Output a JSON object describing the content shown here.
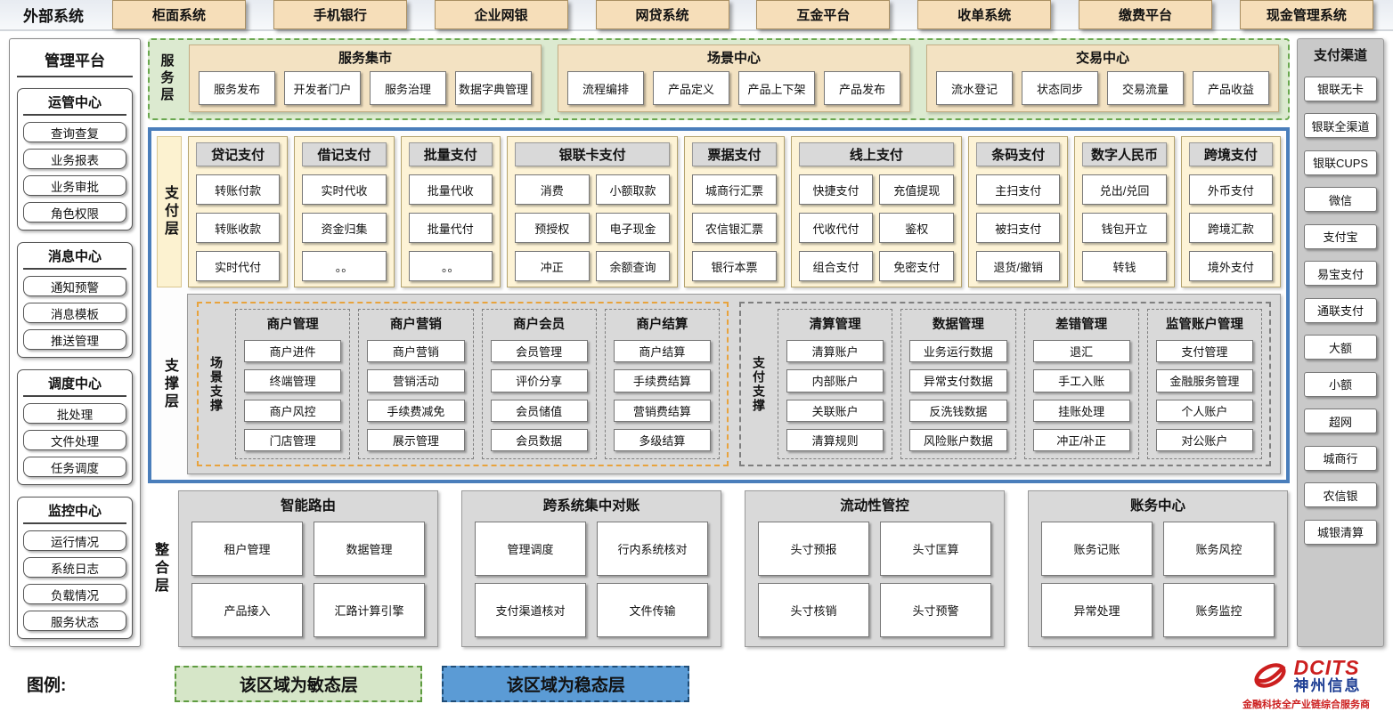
{
  "external": {
    "title": "外部系统",
    "systems": [
      "柜面系统",
      "手机银行",
      "企业网银",
      "网贷系统",
      "互金平台",
      "收单系统",
      "缴费平台",
      "现金管理系统"
    ]
  },
  "management": {
    "title": "管理平台",
    "groups": [
      {
        "title": "运管中心",
        "items": [
          "查询查复",
          "业务报表",
          "业务审批",
          "角色权限"
        ]
      },
      {
        "title": "消息中心",
        "items": [
          "通知预警",
          "消息模板",
          "推送管理"
        ]
      },
      {
        "title": "调度中心",
        "items": [
          "批处理",
          "文件处理",
          "任务调度"
        ]
      },
      {
        "title": "监控中心",
        "items": [
          "运行情况",
          "系统日志",
          "负载情况",
          "服务状态"
        ]
      }
    ]
  },
  "service": {
    "label": "服务层",
    "sections": [
      {
        "title": "服务集市",
        "items": [
          "服务发布",
          "开发者门户",
          "服务治理",
          "数据字典管理"
        ]
      },
      {
        "title": "场景中心",
        "items": [
          "流程编排",
          "产品定义",
          "产品上下架",
          "产品发布"
        ]
      },
      {
        "title": "交易中心",
        "items": [
          "流水登记",
          "状态同步",
          "交易流量",
          "产品收益"
        ]
      }
    ]
  },
  "payment": {
    "label": "支付层",
    "columns": [
      {
        "title": "贷记支付",
        "wide": false,
        "rows": [
          [
            "转账付款"
          ],
          [
            "转账收款"
          ],
          [
            "实时代付"
          ]
        ]
      },
      {
        "title": "借记支付",
        "wide": false,
        "rows": [
          [
            "实时代收"
          ],
          [
            "资金归集"
          ],
          [
            "。。"
          ]
        ]
      },
      {
        "title": "批量支付",
        "wide": false,
        "rows": [
          [
            "批量代收"
          ],
          [
            "批量代付"
          ],
          [
            "。。"
          ]
        ]
      },
      {
        "title": "银联卡支付",
        "wide": true,
        "rows": [
          [
            "消费",
            "小额取款"
          ],
          [
            "预授权",
            "电子现金"
          ],
          [
            "冲正",
            "余额查询"
          ]
        ]
      },
      {
        "title": "票据支付",
        "wide": false,
        "rows": [
          [
            "城商行汇票"
          ],
          [
            "农信银汇票"
          ],
          [
            "银行本票"
          ]
        ]
      },
      {
        "title": "线上支付",
        "wide": true,
        "rows": [
          [
            "快捷支付",
            "充值提现"
          ],
          [
            "代收代付",
            "鉴权"
          ],
          [
            "组合支付",
            "免密支付"
          ]
        ]
      },
      {
        "title": "条码支付",
        "wide": false,
        "rows": [
          [
            "主扫支付"
          ],
          [
            "被扫支付"
          ],
          [
            "退货/撤销"
          ]
        ]
      },
      {
        "title": "数字人民币",
        "wide": false,
        "rows": [
          [
            "兑出/兑回"
          ],
          [
            "钱包开立"
          ],
          [
            "转钱"
          ]
        ]
      },
      {
        "title": "跨境支付",
        "wide": false,
        "rows": [
          [
            "外币支付"
          ],
          [
            "跨境汇款"
          ],
          [
            "境外支付"
          ]
        ]
      }
    ]
  },
  "support": {
    "label": "支撑层",
    "groups": [
      {
        "label": "场景支撑",
        "theme": "orange",
        "columns": [
          {
            "title": "商户管理",
            "items": [
              "商户进件",
              "终端管理",
              "商户风控",
              "门店管理"
            ]
          },
          {
            "title": "商户营销",
            "items": [
              "商户营销",
              "营销活动",
              "手续费减免",
              "展示管理"
            ]
          },
          {
            "title": "商户会员",
            "items": [
              "会员管理",
              "评价分享",
              "会员储值",
              "会员数据"
            ]
          },
          {
            "title": "商户结算",
            "items": [
              "商户结算",
              "手续费结算",
              "营销费结算",
              "多级结算"
            ]
          }
        ]
      },
      {
        "label": "支付支撑",
        "theme": "grey",
        "columns": [
          {
            "title": "清算管理",
            "items": [
              "清算账户",
              "内部账户",
              "关联账户",
              "清算规则"
            ]
          },
          {
            "title": "数据管理",
            "items": [
              "业务运行数据",
              "异常支付数据",
              "反洗钱数据",
              "风险账户数据"
            ]
          },
          {
            "title": "差错管理",
            "items": [
              "退汇",
              "手工入账",
              "挂账处理",
              "冲正/补正"
            ]
          },
          {
            "title": "监管账户管理",
            "items": [
              "支付管理",
              "金融服务管理",
              "个人账户",
              "对公账户"
            ]
          }
        ]
      }
    ]
  },
  "integration": {
    "label": "整合层",
    "panels": [
      {
        "title": "智能路由",
        "rows": [
          [
            "租户管理",
            "数据管理"
          ],
          [
            "产品接入",
            "汇路计算引擎"
          ]
        ]
      },
      {
        "title": "跨系统集中对账",
        "rows": [
          [
            "管理调度",
            "行内系统核对"
          ],
          [
            "支付渠道核对",
            "文件传输"
          ]
        ]
      },
      {
        "title": "流动性管控",
        "rows": [
          [
            "头寸预报",
            "头寸匡算"
          ],
          [
            "头寸核销",
            "头寸预警"
          ]
        ]
      },
      {
        "title": "账务中心",
        "rows": [
          [
            "账务记账",
            "账务风控"
          ],
          [
            "异常处理",
            "账务监控"
          ]
        ]
      }
    ]
  },
  "channels": {
    "title": "支付渠道",
    "items": [
      "银联无卡",
      "银联全渠道",
      "银联CUPS",
      "微信",
      "支付宝",
      "易宝支付",
      "通联支付",
      "大额",
      "小额",
      "超网",
      "城商行",
      "农信银",
      "城银清算"
    ]
  },
  "legend": {
    "label": "图例:",
    "agile": "该区域为敏态层",
    "stable": "该区域为稳态层"
  },
  "logo": {
    "brand": "DCITS",
    "name": "神州信息",
    "tagline": "金融科技全产业链综合服务商"
  },
  "colors": {
    "agile_green_bg": "#d6e6c8",
    "agile_green_border": "#5f9c41",
    "stable_blue_bg": "#5b9bd5",
    "stable_blue_border": "#4a7ebb",
    "cream": "#fdf3d6",
    "tan": "#f6deb9",
    "grey_panel": "#d9d9d9",
    "orange_dash": "#e8a33d",
    "logo_red": "#cc1f1f",
    "logo_blue": "#1f3f94"
  }
}
